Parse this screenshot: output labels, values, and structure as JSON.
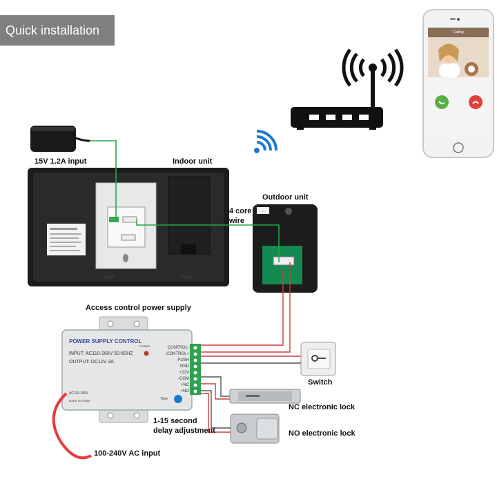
{
  "banner": {
    "title": "Quick installation"
  },
  "labels": {
    "power_input": "15V 1.2A input",
    "indoor_unit": "Indoor unit",
    "outdoor_unit": "Outdoor unit",
    "wire_line1": "4 core",
    "wire_line2": "wire",
    "access_supply": "Access control power supply",
    "switch": "Switch",
    "nc_lock": "NC electronic lock",
    "no_lock": "NO electronic lock",
    "delay_line1": "1-15 second",
    "delay_line2": "delay adjustment",
    "ac_input": "100-240V AC input"
  },
  "psu": {
    "title": "POWER SUPPLY CONTROL",
    "input": "INPUT: AC110-260V 50-60HZ",
    "output": "OUTPUT: DC12V  3A",
    "power_led": "POWER",
    "ac_label": "AC110-260V",
    "made_in": "MADE IN CHINA",
    "time": "Time",
    "terminals": [
      "CONTROL-",
      "CONTROL+",
      "PUSH",
      "GND",
      "+12V",
      "-COM",
      "+NC",
      "+NO"
    ]
  },
  "phone": {
    "screen_title": "Calling"
  },
  "icons": {
    "router": "router-icon",
    "wifi": "wifi-icon",
    "adapter": "power-adapter-icon",
    "answer": "answer-call-icon",
    "decline": "decline-call-icon"
  },
  "colors": {
    "green_wire": "#22a64a",
    "red_wire": "#d23a3a",
    "banner": "#7f7f7f"
  }
}
